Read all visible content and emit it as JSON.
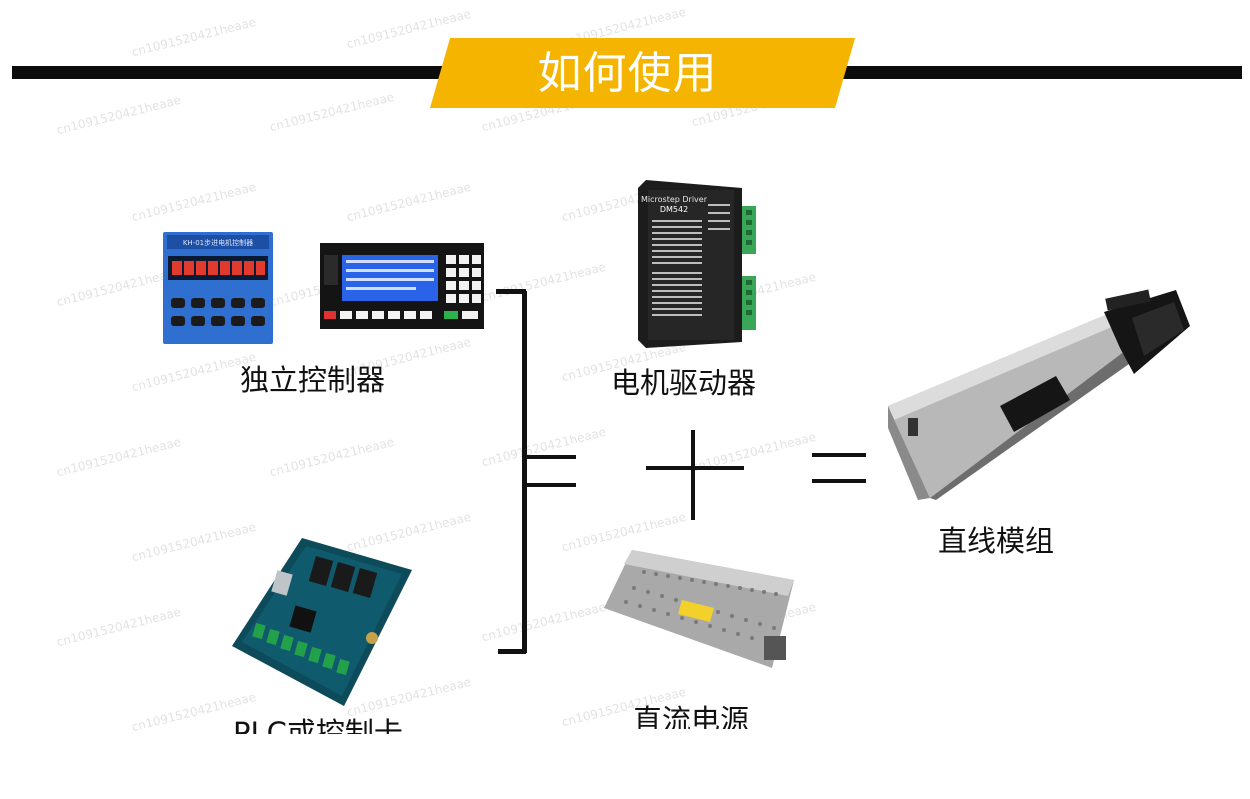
{
  "header": {
    "title": "如何使用"
  },
  "items": {
    "standalone_controller": "独立控制器",
    "motor_driver": "电机驱动器",
    "plc_card": "PLC或控制卡",
    "dc_power": "直流电源",
    "linear_module": "直线模组"
  },
  "device_texts": {
    "controller_top": "KH-01步进电机控制器",
    "driver_brand": "Microstep Driver",
    "driver_model": "DM542"
  },
  "watermark": "cn1091520421heaae",
  "colors": {
    "accent": "#f5b400",
    "bar": "#0c0c0c"
  }
}
